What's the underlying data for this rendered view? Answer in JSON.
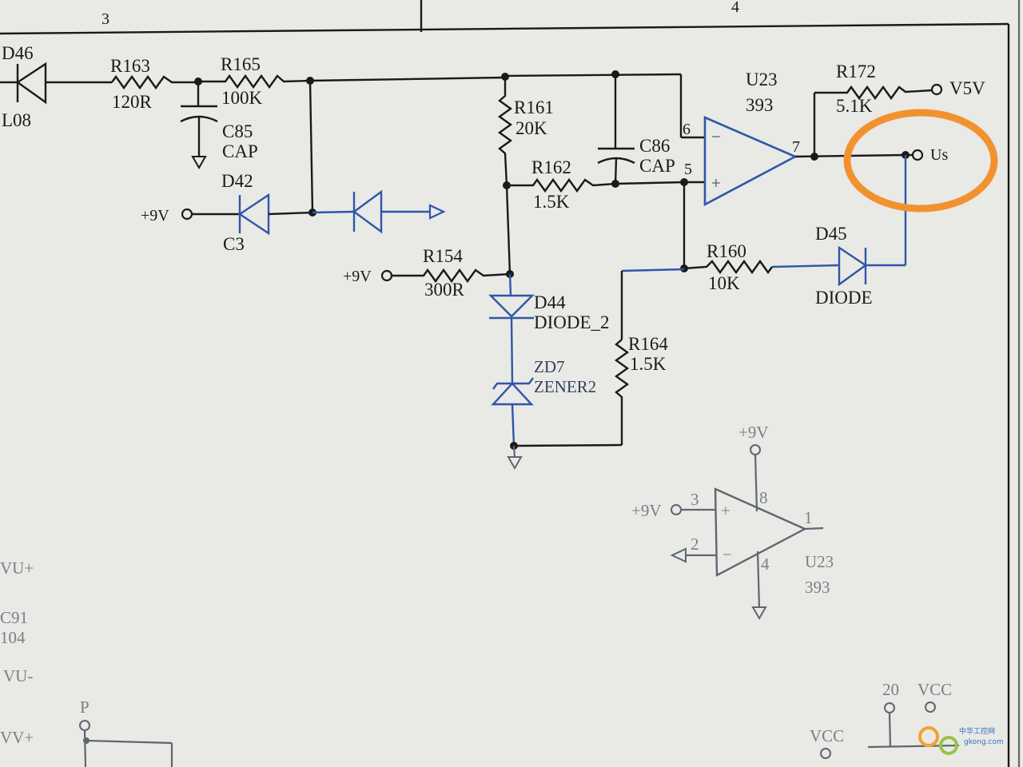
{
  "border": {
    "col3": "3",
    "col4": "4"
  },
  "parts": {
    "D46": {
      "ref": "D46",
      "value": "L08"
    },
    "R163": {
      "ref": "R163",
      "value": "120R"
    },
    "R165": {
      "ref": "R165",
      "value": "100K"
    },
    "C85": {
      "ref": "C85",
      "value": "CAP"
    },
    "D42": {
      "ref": "D42",
      "value": "C3"
    },
    "R161": {
      "ref": "R161",
      "value": "20K"
    },
    "R162": {
      "ref": "R162",
      "value": "1.5K"
    },
    "C86": {
      "ref": "C86",
      "value": "CAP"
    },
    "U23": {
      "ref": "U23",
      "value": "393"
    },
    "R172": {
      "ref": "R172",
      "value": "5.1K"
    },
    "R154": {
      "ref": "R154",
      "value": "300R"
    },
    "D44": {
      "ref": "D44",
      "value": "DIODE_2"
    },
    "ZD7": {
      "ref": "ZD7",
      "value": "ZENER2"
    },
    "R164": {
      "ref": "R164",
      "value": "1.5K"
    },
    "R160": {
      "ref": "R160",
      "value": "10K"
    },
    "D45": {
      "ref": "D45",
      "value": "DIODE"
    },
    "U23B": {
      "ref": "U23",
      "value": "393"
    }
  },
  "pins": {
    "p6": "6",
    "p5": "5",
    "p7": "7",
    "p3": "3",
    "p2": "2",
    "p8": "8",
    "p4": "4",
    "p1": "1",
    "minus": "−",
    "plus": "+"
  },
  "ports": {
    "v5v": "V5V",
    "us": "Us",
    "p9v_d42": "+9V",
    "p9v_r154": "+9V",
    "p9v_u23b_top": "+9V",
    "p9v_u23b_in": "+9V"
  },
  "left_edge": {
    "vu_plus": "VU+",
    "c91": "C91",
    "c91_val": "104",
    "vu_minus": "VU-",
    "vv_plus": "VV+",
    "p": "P"
  },
  "bottom_right": {
    "n20": "20",
    "vcc1": "VCC",
    "vcc2": "VCC"
  },
  "highlight": {
    "shape": "ellipse",
    "color": "#f2922e",
    "target": "Us"
  },
  "watermark": {
    "text": "中华工控网",
    "url": "gkong.com"
  }
}
